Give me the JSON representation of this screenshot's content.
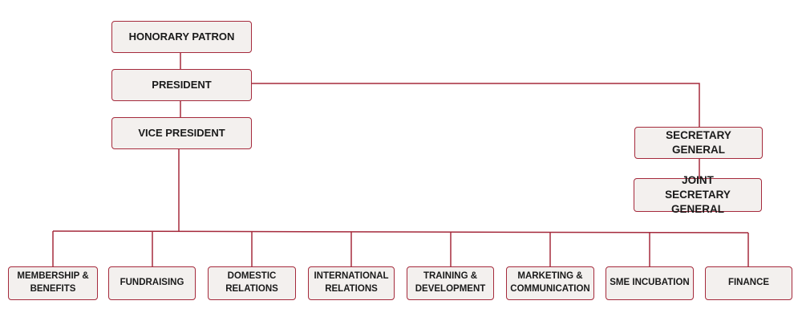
{
  "chart": {
    "line_color": "#a52a3c",
    "box_fill": "#f3f0ee",
    "nodes": {
      "honorary_patron": "HONORARY PATRON",
      "president": "PRESIDENT",
      "vice_president": "VICE PRESIDENT",
      "secretary_general": "SECRETARY GENERAL",
      "joint_secretary_general": "JOINT SECRETARY GENERAL"
    },
    "departments": [
      "MEMBERSHIP & BENEFITS",
      "FUNDRAISING",
      "DOMESTIC RELATIONS",
      "INTERNATIONAL RELATIONS",
      "TRAINING & DEVELOPMENT",
      "MARKETING & COMMUNICATION",
      "SME INCUBATION",
      "FINANCE"
    ]
  }
}
